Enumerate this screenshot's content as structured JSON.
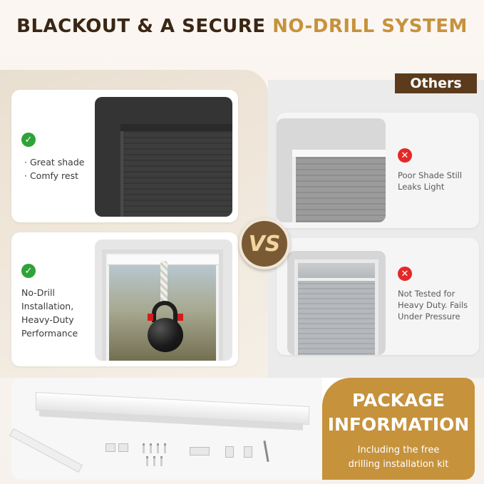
{
  "title": {
    "part1": "BLACKOUT & A SECURE ",
    "part2": "NO-DRILL SYSTEM"
  },
  "others_label": "Others",
  "vs_label": "VS",
  "left_cards": [
    {
      "lines": [
        "· Great shade",
        "· Comfy rest"
      ]
    },
    {
      "lines": [
        "No-Drill",
        "Installation,",
        "Heavy-Duty",
        "Performance"
      ]
    }
  ],
  "right_cards": [
    {
      "lines": [
        "Poor Shade Still",
        "Leaks Light"
      ]
    },
    {
      "lines": [
        "Not Tested for",
        "Heavy Duty. Fails",
        "Under Pressure"
      ]
    }
  ],
  "package": {
    "title_line1": "PACKAGE",
    "title_line2": "INFORMATION",
    "sub_line1": "Including the free",
    "sub_line2": "drilling installation kit"
  },
  "icons": {
    "check_glyph": "✓",
    "cross_glyph": "✕"
  },
  "colors": {
    "title_dark": "#3a2614",
    "title_gold": "#c6923c",
    "others_tag": "#5b3b1c",
    "check_green": "#2fa33a",
    "cross_red": "#e32828",
    "package_panel": "#c6923c"
  }
}
